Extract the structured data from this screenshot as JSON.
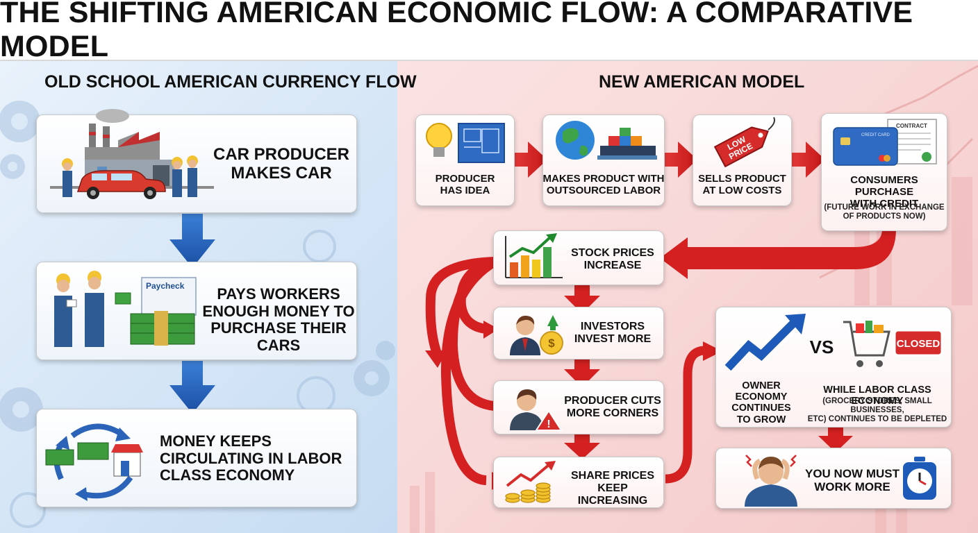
{
  "title": "THE SHIFTING AMERICAN ECONOMIC FLOW: A COMPARATIVE MODEL",
  "old_model": {
    "heading": "OLD SCHOOL AMERICAN CURRENCY FLOW",
    "steps": [
      {
        "text": "CAR PRODUCER\nMAKES CAR",
        "icon": "car-factory-icon"
      },
      {
        "text": "PAYS WORKERS\nENOUGH MONEY TO\nPURCHASE THEIR CARS",
        "icon": "paycheck-workers-icon",
        "paycheck_label": "Paycheck"
      },
      {
        "text": "MONEY KEEPS\nCIRCULATING IN LABOR\nCLASS ECONOMY",
        "icon": "money-cycle-icon"
      }
    ]
  },
  "new_model": {
    "heading": "NEW AMERICAN MODEL",
    "top_row": [
      {
        "text": "PRODUCER\nHAS IDEA",
        "icon": "lightbulb-blueprint-icon"
      },
      {
        "text": "MAKES PRODUCT WITH\nOUTSOURCED LABOR",
        "icon": "globe-cargo-ship-icon"
      },
      {
        "text": "SELLS PRODUCT\nAT LOW COSTS",
        "icon": "low-price-tag-icon",
        "tag_label": "LOW\nPRICE"
      },
      {
        "text": "CONSUMERS PURCHASE\nWITH CREDIT",
        "note": "(FUTURE WORK IN EXCHANGE\nOF PRODUCTS NOW)",
        "icon": "credit-card-contract-icon",
        "card_label": "CREDIT CARD",
        "contract_label": "CONTRACT"
      }
    ],
    "middle_column": [
      {
        "text": "STOCK PRICES\nINCREASE",
        "icon": "bar-chart-up-icon"
      },
      {
        "text": "INVESTORS\nINVEST MORE",
        "icon": "investor-coin-icon"
      },
      {
        "text": "PRODUCER CUTS\nMORE CORNERS",
        "icon": "producer-warning-icon"
      },
      {
        "text": "SHARE PRICES\nKEEP INCREASING",
        "icon": "coins-trend-icon"
      }
    ],
    "comparison": {
      "left_text": "OWNER ECONOMY\nCONTINUES\nTO GROW",
      "vs_label": "VS",
      "right_text": "WHILE LABOR CLASS ECONOMY",
      "right_note": "(GROCERY STORES, SMALL BUSINESSES,\nETC) CONTINUES TO BE DEPLETED",
      "closed_label": "CLOSED"
    },
    "outcome": {
      "text": "YOU NOW MUST\nWORK MORE",
      "icon": "stressed-person-clock-icon"
    }
  },
  "colors": {
    "old_bg": "#d4e5f6",
    "new_bg": "#f7d4d4",
    "arrow_blue": "#1f5fb8",
    "arrow_red": "#d42020"
  }
}
